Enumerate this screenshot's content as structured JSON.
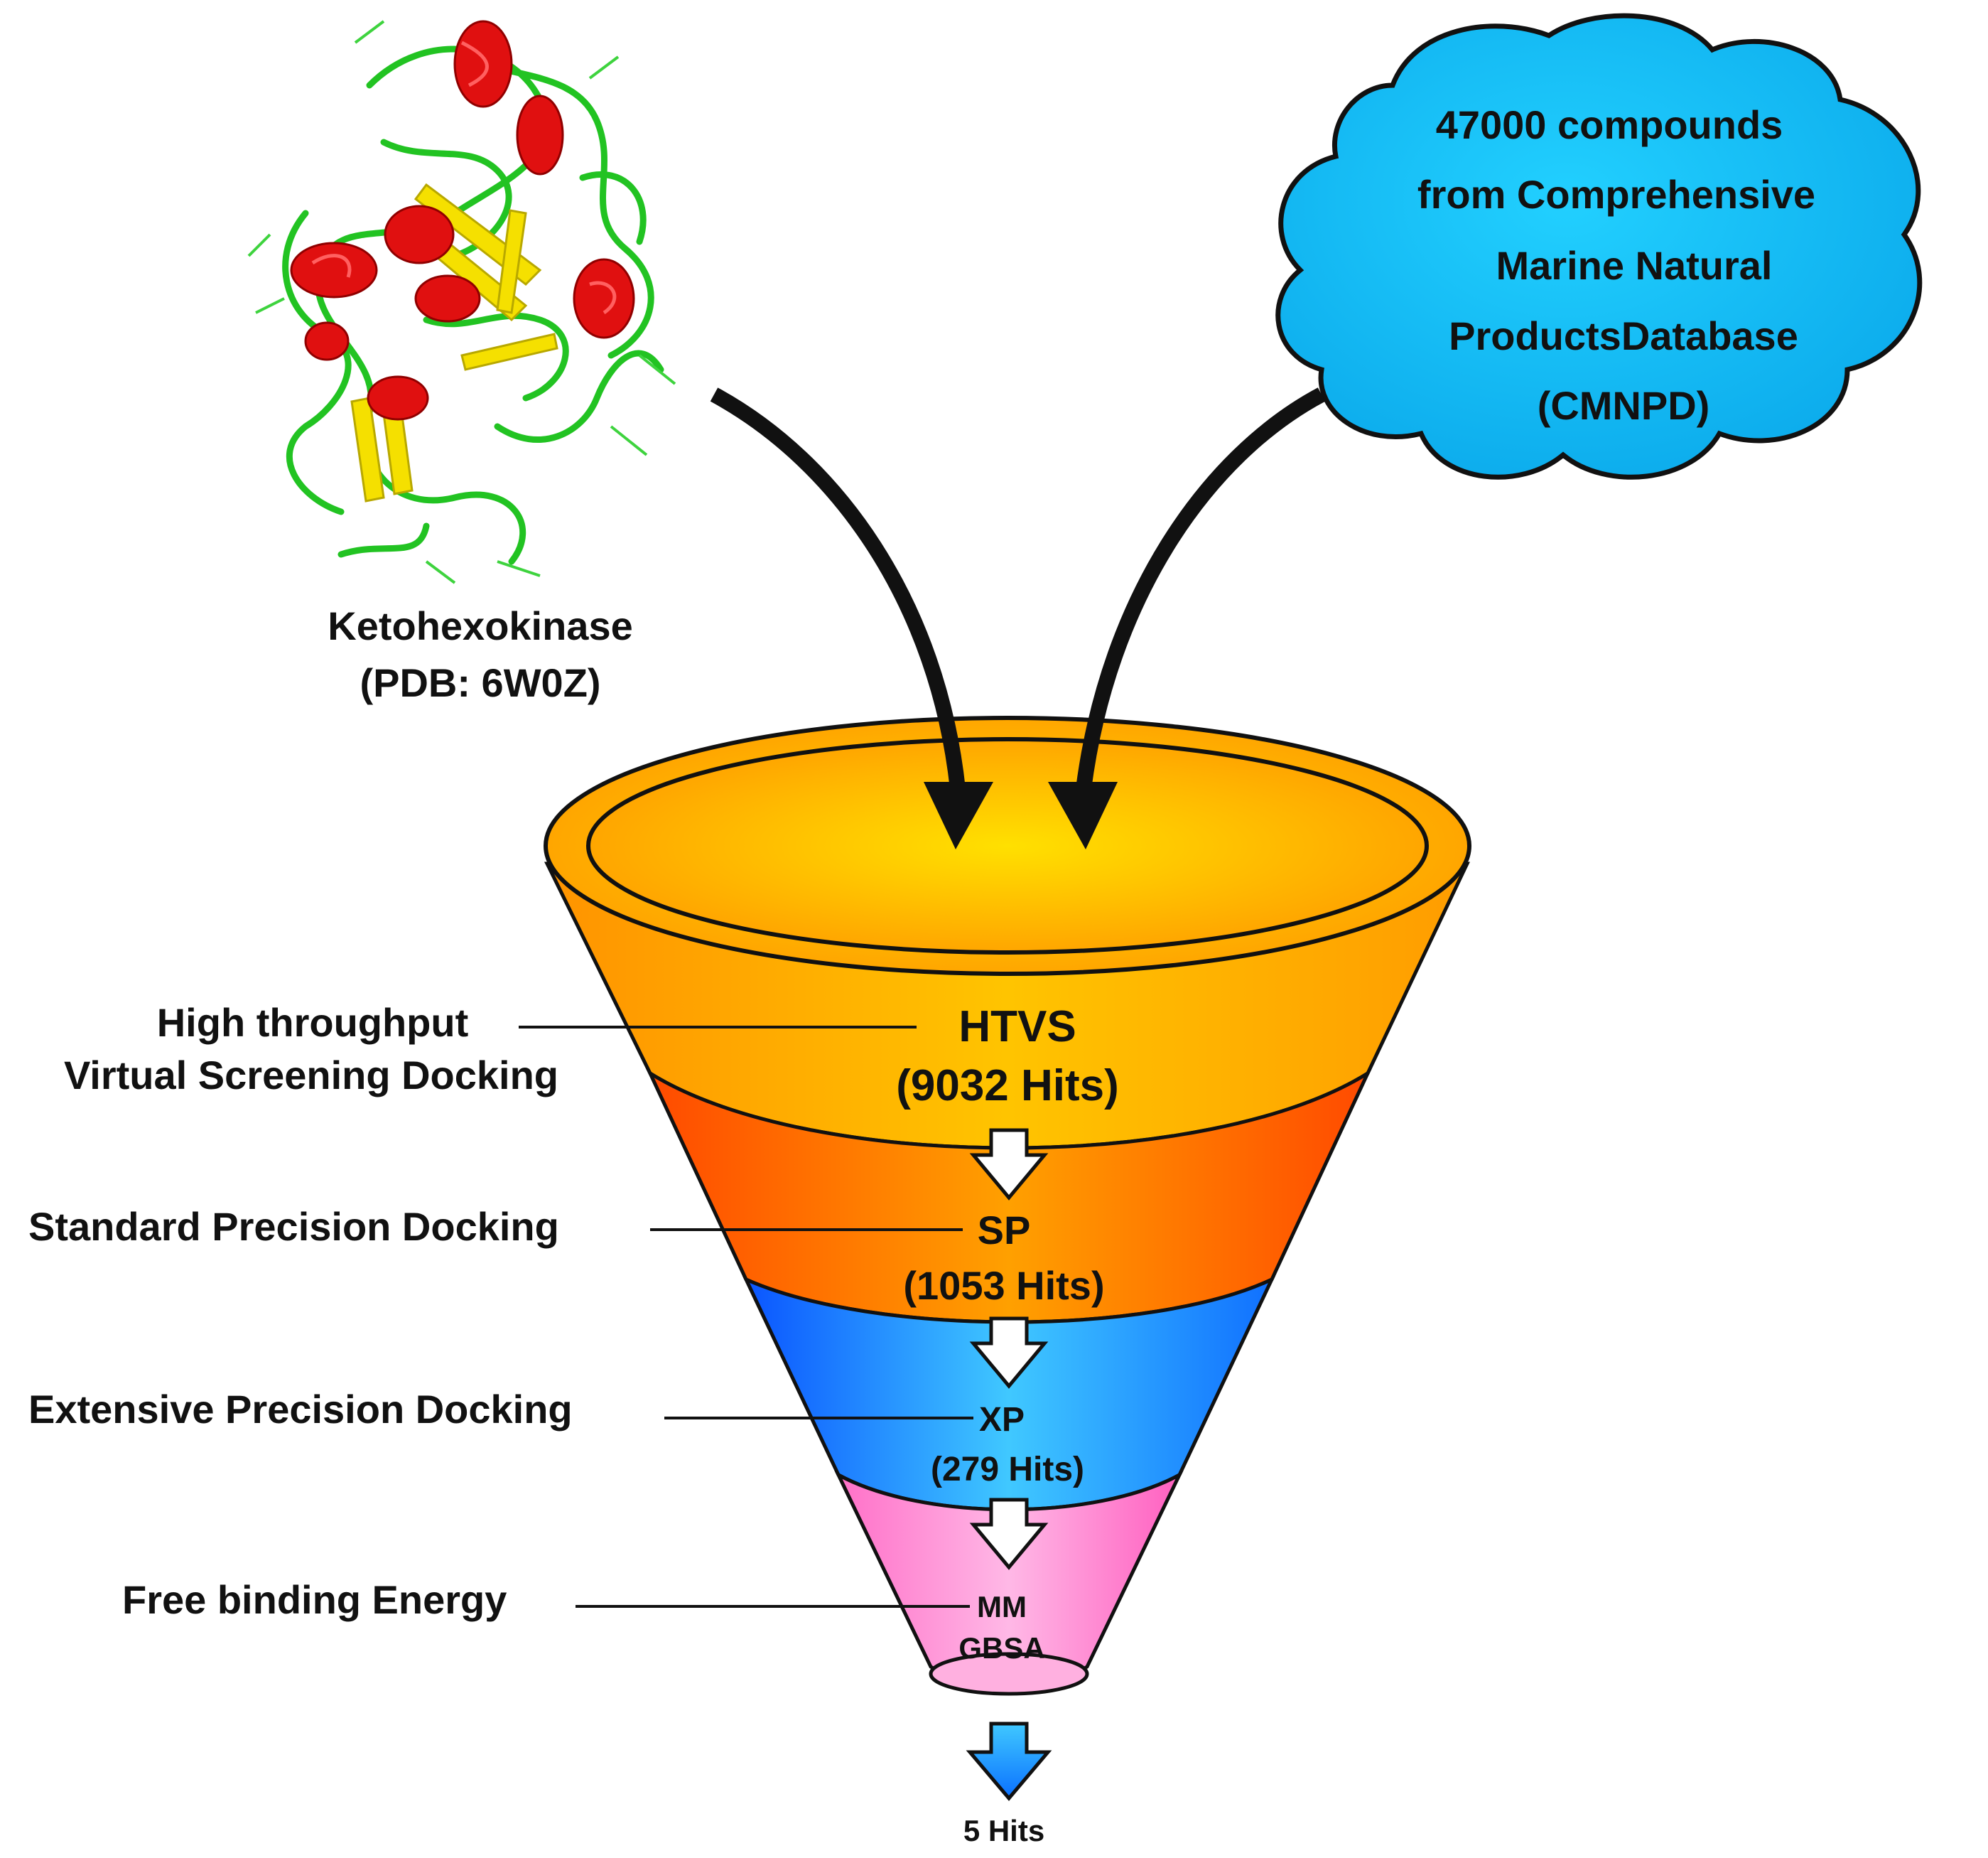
{
  "protein": {
    "name": "Ketohexokinase",
    "pdb": "(PDB: 6W0Z)"
  },
  "database": {
    "lines": [
      "47000 compounds",
      "from Comprehensive",
      "Marine Natural",
      "ProductsDatabase",
      "(CMNPD)"
    ]
  },
  "stages": [
    {
      "label_lines": [
        "High throughput",
        "Virtual Screening Docking"
      ],
      "code": "HTVS",
      "hits": "(9032 Hits)",
      "hit_count": 9032,
      "color": "#ffa500"
    },
    {
      "label_lines": [
        "Standard Precision Docking"
      ],
      "code": "SP",
      "hits": "(1053 Hits)",
      "hit_count": 1053,
      "color": "#ff5a00"
    },
    {
      "label_lines": [
        "Extensive Precision Docking"
      ],
      "code": "XP",
      "hits": "(279 Hits)",
      "hit_count": 279,
      "color": "#1e90ff"
    },
    {
      "label_lines": [
        "Free binding Energy"
      ],
      "code": "MM",
      "hits": "GBSA",
      "color": "#ff80c8"
    }
  ],
  "result": {
    "label": "5 Hits",
    "hit_count": 5
  }
}
